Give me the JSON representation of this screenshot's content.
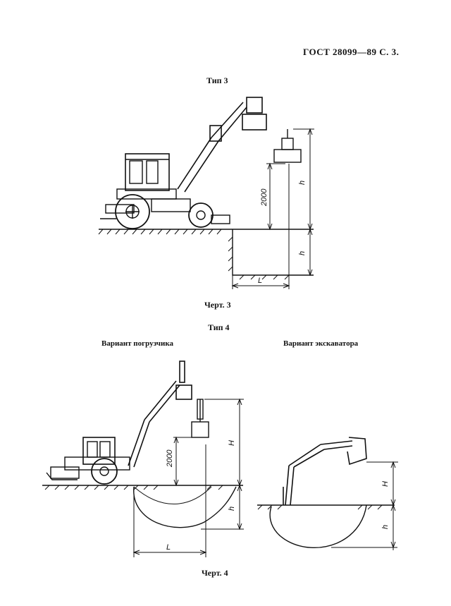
{
  "header": {
    "standard": "ГОСТ 28099—89 С. 3."
  },
  "figure3": {
    "type_label": "Тип 3",
    "caption": "Черт. 3",
    "dims": {
      "height_2000": "2000",
      "h_upper": "h",
      "h_lower": "h",
      "length": "L"
    }
  },
  "figure4": {
    "type_label": "Тип 4",
    "variant_loader": "Вариант погрузчика",
    "variant_excavator": "Вариант экскаватора",
    "caption": "Черт. 4",
    "dims": {
      "height_2000": "2000",
      "h_upper": "H",
      "h_lower": "h",
      "length": "L",
      "ex_h_upper": "H",
      "ex_h_lower": "h"
    }
  }
}
